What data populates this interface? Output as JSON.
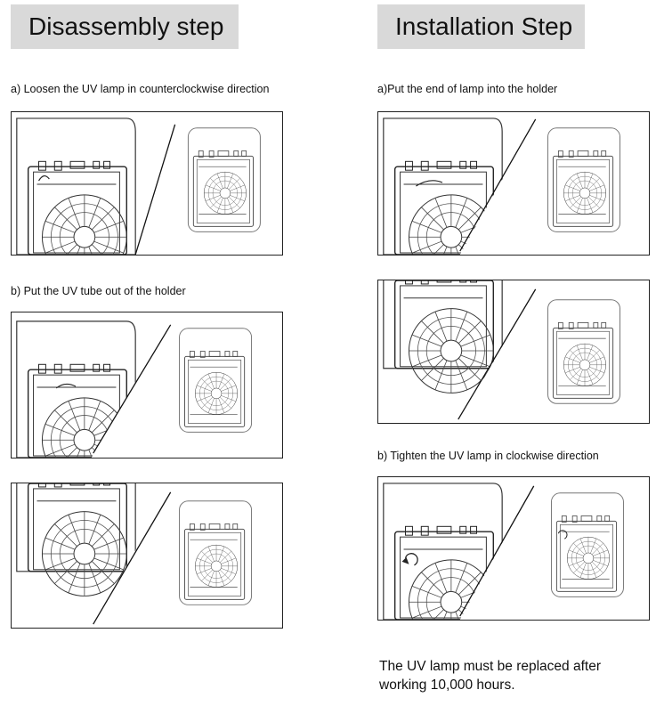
{
  "disassembly": {
    "title": "Disassembly step",
    "step_a": "a) Loosen the UV lamp in counterclockwise direction",
    "step_b": "b) Put the UV tube out of the holder"
  },
  "installation": {
    "title": "Installation Step",
    "step_a": "a)Put the end of lamp into the holder",
    "step_b": "b) Tighten the UV lamp in clockwise direction"
  },
  "note": "The UV lamp must be replaced  after working 10,000 hours."
}
